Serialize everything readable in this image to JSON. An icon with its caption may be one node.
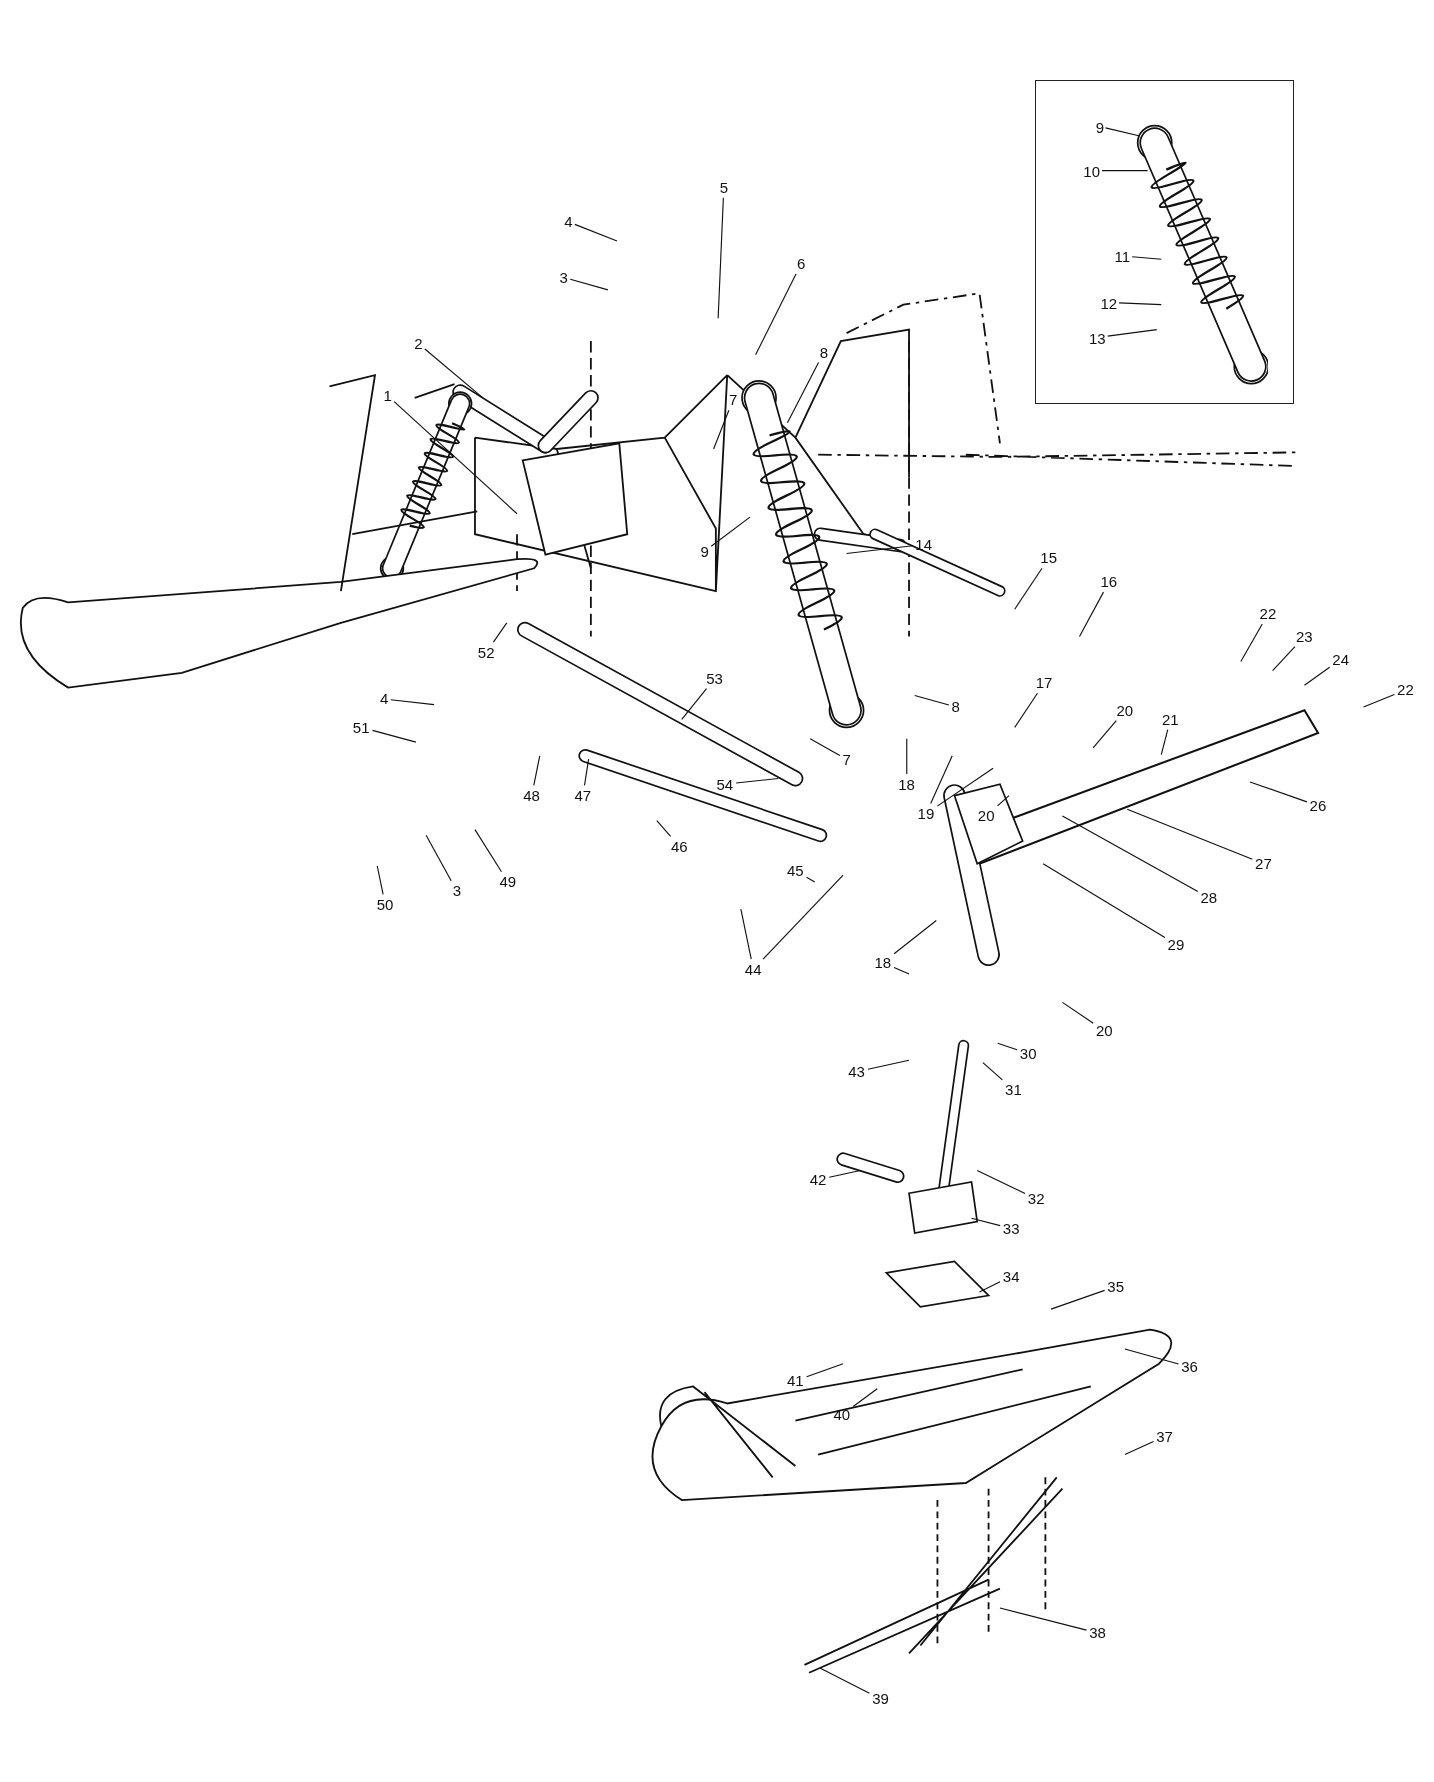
{
  "diagram": {
    "nodes": [
      {
        "text": [],
        "shape": "box"
      },
      {
        "text": [
          "9"
        ],
        "in": 0
      },
      {
        "text": [
          "10"
        ],
        "in": 0
      },
      {
        "text": [
          "11"
        ],
        "in": 0
      },
      {
        "text": [
          "12"
        ],
        "in": 0
      },
      {
        "text": [
          "13"
        ],
        "in": 0
      },
      {
        "text": [
          "5"
        ]
      },
      {
        "text": [
          "4"
        ]
      },
      {
        "text": [
          "6"
        ]
      },
      {
        "text": [
          "3"
        ]
      },
      {
        "text": [
          "8"
        ]
      },
      {
        "text": [
          "2"
        ]
      },
      {
        "text": [
          "1"
        ]
      },
      {
        "text": [
          "7"
        ]
      },
      {
        "text": [
          "9"
        ]
      },
      {
        "text": [
          "14"
        ]
      },
      {
        "text": [
          "15"
        ]
      },
      {
        "text": [
          "16"
        ]
      },
      {
        "text": [
          "22"
        ]
      },
      {
        "text": [
          "23"
        ]
      },
      {
        "text": [
          "24"
        ]
      },
      {
        "text": [
          "22"
        ]
      },
      {
        "text": [
          "52"
        ]
      },
      {
        "text": [
          "53"
        ]
      },
      {
        "text": [
          "8"
        ]
      },
      {
        "text": [
          "17"
        ]
      },
      {
        "text": [
          "21"
        ]
      },
      {
        "text": [
          "20"
        ]
      },
      {
        "text": [
          "7"
        ]
      },
      {
        "text": [
          "18"
        ]
      },
      {
        "text": [
          "4"
        ]
      },
      {
        "text": [
          "51"
        ]
      },
      {
        "text": [
          "48"
        ]
      },
      {
        "text": [
          "47"
        ]
      },
      {
        "text": [
          "54"
        ]
      },
      {
        "text": [
          "19"
        ]
      },
      {
        "text": [
          "20"
        ]
      },
      {
        "text": [
          "26"
        ]
      },
      {
        "text": [
          "27"
        ]
      },
      {
        "text": [
          "28"
        ]
      },
      {
        "text": [
          "29"
        ]
      },
      {
        "text": [
          "46"
        ]
      },
      {
        "text": [
          "3"
        ]
      },
      {
        "text": [
          "49"
        ]
      },
      {
        "text": [
          "50"
        ]
      },
      {
        "text": [
          "45"
        ]
      },
      {
        "text": [
          "44"
        ]
      },
      {
        "text": [
          "18"
        ]
      },
      {
        "text": [
          "20"
        ]
      },
      {
        "text": [
          "30"
        ]
      },
      {
        "text": [
          "31"
        ]
      },
      {
        "text": [
          "43"
        ]
      },
      {
        "text": [
          "42"
        ]
      },
      {
        "text": [
          "32"
        ]
      },
      {
        "text": [
          "33"
        ]
      },
      {
        "text": [
          "34"
        ]
      },
      {
        "text": [
          "35"
        ]
      },
      {
        "text": [
          "36"
        ]
      },
      {
        "text": [
          "41"
        ]
      },
      {
        "text": [
          "40"
        ]
      },
      {
        "text": [
          "37"
        ]
      },
      {
        "text": [
          "38"
        ]
      },
      {
        "text": [
          "39"
        ]
      },
      {
        "text": [],
        "shape": "picture",
        "in": 0
      }
    ],
    "edges": [
      {
        "from": 1,
        "to": 63,
        "arrow": "none"
      },
      {
        "from": 2,
        "to": 63,
        "arrow": "none"
      },
      {
        "from": 3,
        "to": 63,
        "arrow": "none"
      },
      {
        "from": 4,
        "to": 63,
        "arrow": "none"
      },
      {
        "from": 5,
        "to": 63,
        "arrow": "none"
      },
      {
        "from": 6,
        "to": null,
        "arrow": "none"
      },
      {
        "from": 7,
        "to": null,
        "arrow": "none"
      },
      {
        "from": 8,
        "to": null,
        "arrow": "none"
      },
      {
        "from": 9,
        "to": null,
        "arrow": "none"
      },
      {
        "from": 10,
        "to": null,
        "arrow": "none"
      },
      {
        "from": 11,
        "to": null,
        "arrow": "none"
      },
      {
        "from": 12,
        "to": null,
        "arrow": "none"
      },
      {
        "from": 13,
        "to": null,
        "arrow": "none"
      },
      {
        "from": 14,
        "to": null,
        "arrow": "none"
      },
      {
        "from": 15,
        "to": null,
        "arrow": "none"
      },
      {
        "from": 16,
        "to": null,
        "arrow": "none"
      },
      {
        "from": 17,
        "to": null,
        "arrow": "none"
      },
      {
        "from": 18,
        "to": null,
        "arrow": "none"
      },
      {
        "from": 19,
        "to": null,
        "arrow": "none"
      },
      {
        "from": 20,
        "to": null,
        "arrow": "none"
      },
      {
        "from": 21,
        "to": null,
        "arrow": "none"
      },
      {
        "from": 22,
        "to": null,
        "arrow": "none"
      },
      {
        "from": 23,
        "to": null,
        "arrow": "none"
      },
      {
        "from": 24,
        "to": null,
        "arrow": "none"
      },
      {
        "from": 25,
        "to": null,
        "arrow": "none"
      },
      {
        "from": 26,
        "to": null,
        "arrow": "none"
      },
      {
        "from": 27,
        "to": null,
        "arrow": "none"
      },
      {
        "from": 28,
        "to": null,
        "arrow": "none"
      },
      {
        "from": 29,
        "to": null,
        "arrow": "none"
      },
      {
        "from": 30,
        "to": null,
        "arrow": "none"
      },
      {
        "from": 31,
        "to": null,
        "arrow": "none"
      },
      {
        "from": 32,
        "to": null,
        "arrow": "none"
      },
      {
        "from": 33,
        "to": null,
        "arrow": "none"
      },
      {
        "from": 34,
        "to": null,
        "arrow": "none"
      },
      {
        "from": 35,
        "to": null,
        "arrow": "none"
      },
      {
        "from": 35,
        "to": null,
        "arrow": "none"
      },
      {
        "from": 36,
        "to": null,
        "arrow": "none"
      },
      {
        "from": 37,
        "to": null,
        "arrow": "none"
      },
      {
        "from": 38,
        "to": null,
        "arrow": "none"
      },
      {
        "from": 39,
        "to": null,
        "arrow": "none"
      },
      {
        "from": 40,
        "to": null,
        "arrow": "none"
      },
      {
        "from": 41,
        "to": null,
        "arrow": "none"
      },
      {
        "from": 42,
        "to": null,
        "arrow": "none"
      },
      {
        "from": 43,
        "to": null,
        "arrow": "none"
      },
      {
        "from": 44,
        "to": null,
        "arrow": "none"
      },
      {
        "from": 45,
        "to": null,
        "arrow": "none"
      },
      {
        "from": 46,
        "to": null,
        "arrow": "none"
      },
      {
        "from": 46,
        "to": null,
        "arrow": "none"
      },
      {
        "from": 47,
        "to": null,
        "arrow": "none"
      },
      {
        "from": 47,
        "to": null,
        "arrow": "none"
      },
      {
        "from": 48,
        "to": null,
        "arrow": "none"
      },
      {
        "from": 49,
        "to": null,
        "arrow": "none"
      },
      {
        "from": 50,
        "to": null,
        "arrow": "none"
      },
      {
        "from": 51,
        "to": null,
        "arrow": "none"
      },
      {
        "from": 52,
        "to": null,
        "arrow": "none"
      },
      {
        "from": 53,
        "to": null,
        "arrow": "none"
      },
      {
        "from": 54,
        "to": null,
        "arrow": "none"
      },
      {
        "from": 55,
        "to": null,
        "arrow": "none"
      },
      {
        "from": 56,
        "to": null,
        "arrow": "none"
      },
      {
        "from": 57,
        "to": null,
        "arrow": "none"
      },
      {
        "from": 58,
        "to": null,
        "arrow": "none"
      },
      {
        "from": 59,
        "to": null,
        "arrow": "none"
      },
      {
        "from": 60,
        "to": null,
        "arrow": "none"
      },
      {
        "from": 61,
        "to": null,
        "arrow": "none"
      },
      {
        "from": 62,
        "to": null,
        "arrow": "none"
      }
    ]
  }
}
